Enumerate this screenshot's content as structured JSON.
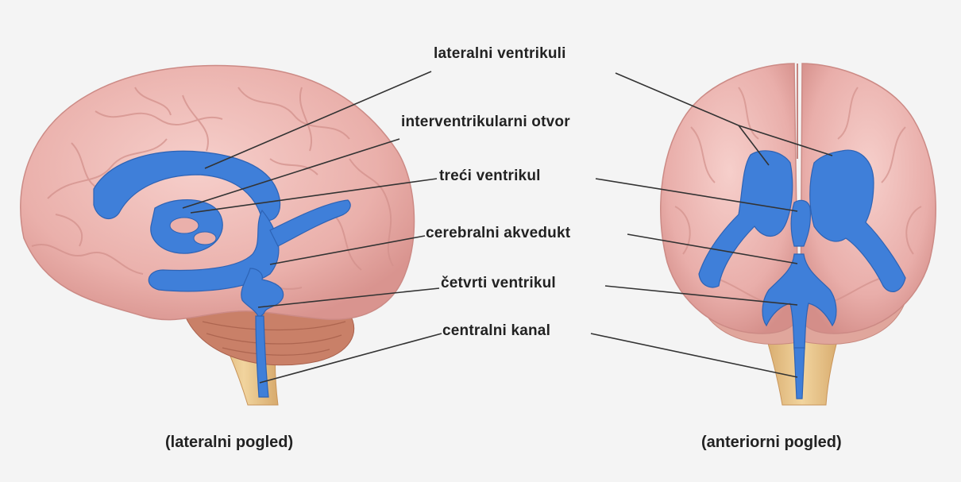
{
  "labels": {
    "lateral_ventricles": "lateralni ventrikuli",
    "interventricular_foramen": "interventrikularni otvor",
    "third_ventricle": "treći ventrikul",
    "cerebral_aqueduct": "cerebralni akvedukt",
    "fourth_ventricle": "četvrti ventrikul",
    "central_canal": "centralni kanal"
  },
  "captions": {
    "lateral_view": "(lateralni pogled)",
    "anterior_view": "(anteriorni pogled)"
  },
  "colors": {
    "brain": "#eeb4b0",
    "brain_shadow": "#d89590",
    "ventricles": "#3f7fd9",
    "cerebellum": "#c97f66",
    "brainstem": "#e6c08a",
    "leader_line": "#333333"
  }
}
